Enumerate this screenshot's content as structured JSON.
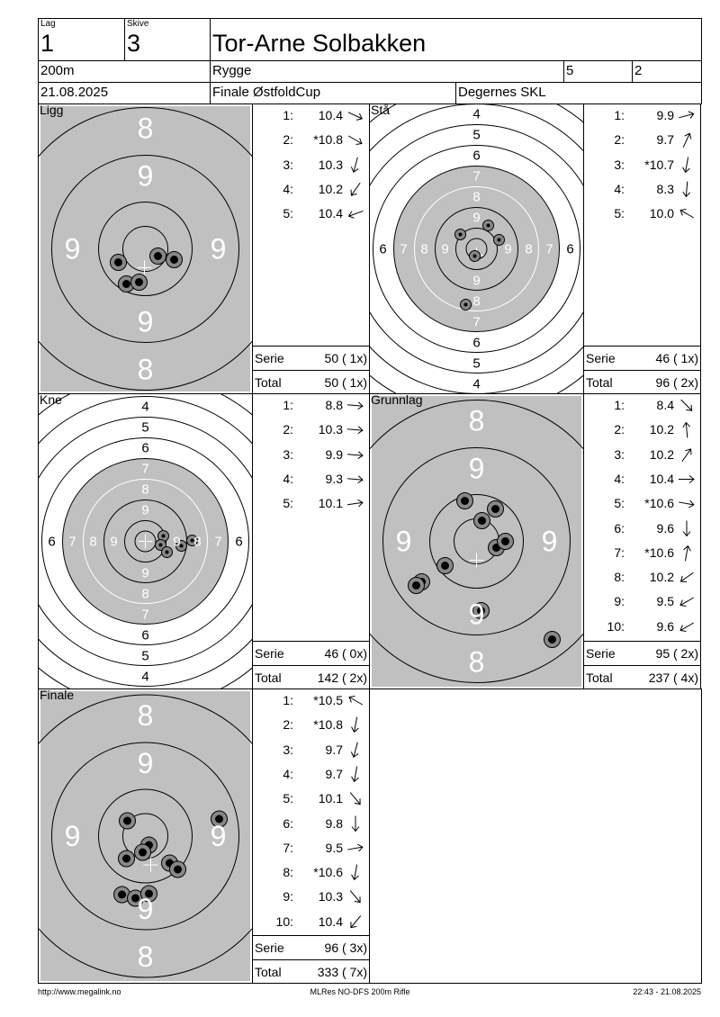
{
  "header": {
    "lag_label": "Lag",
    "lag": "1",
    "skive_label": "Skive",
    "skive": "3",
    "name": "Tor-Arne Solbakken",
    "distance": "200m",
    "place": "Rygge",
    "field1": "5",
    "field2": "2",
    "date": "21.08.2025",
    "competition": "Finale ØstfoldCup",
    "club": "Degernes SKL"
  },
  "labels": {
    "serie": "Serie",
    "total": "Total"
  },
  "panels": [
    {
      "title": "Ligg",
      "face": "large",
      "cross": [
        -1,
        21
      ],
      "shots": [
        [
          -30,
          15
        ],
        [
          -21,
          39
        ],
        [
          -7,
          37
        ],
        [
          14,
          8
        ],
        [
          32,
          12
        ]
      ],
      "scores": [
        {
          "n": "1:",
          "v": "10.4",
          "dir": 25
        },
        {
          "n": "2:",
          "v": "*10.8",
          "dir": 30
        },
        {
          "n": "3:",
          "v": "10.3",
          "dir": 105
        },
        {
          "n": "4:",
          "v": "10.2",
          "dir": 125
        },
        {
          "n": "5:",
          "v": "10.4",
          "dir": 160
        }
      ],
      "serie": "50 ( 1x)",
      "total": "50 ( 1x)"
    },
    {
      "title": "Stå",
      "face": "small",
      "cross": [
        0,
        7
      ],
      "shots": [
        [
          -18,
          -16
        ],
        [
          13,
          -26
        ],
        [
          25,
          -10
        ],
        [
          -2,
          8
        ],
        [
          -12,
          62
        ]
      ],
      "scores": [
        {
          "n": "1:",
          "v": "9.9",
          "dir": -15
        },
        {
          "n": "2:",
          "v": "9.7",
          "dir": -65
        },
        {
          "n": "3:",
          "v": "*10.7",
          "dir": 100
        },
        {
          "n": "4:",
          "v": "8.3",
          "dir": 95
        },
        {
          "n": "5:",
          "v": "10.0",
          "dir": -150
        }
      ],
      "serie": "46 ( 1x)",
      "total": "96 ( 2x)"
    },
    {
      "title": "Kne",
      "face": "small",
      "cross": [
        0,
        0
      ],
      "shots": [
        [
          20,
          -6
        ],
        [
          17,
          4
        ],
        [
          24,
          12
        ],
        [
          40,
          5
        ],
        [
          52,
          -1
        ]
      ],
      "scores": [
        {
          "n": "1:",
          "v": "8.8",
          "dir": 5
        },
        {
          "n": "2:",
          "v": "10.3",
          "dir": 5
        },
        {
          "n": "3:",
          "v": "9.9",
          "dir": 5
        },
        {
          "n": "4:",
          "v": "9.3",
          "dir": 5
        },
        {
          "n": "5:",
          "v": "10.1",
          "dir": -8
        }
      ],
      "serie": "46 ( 0x)",
      "total": "142 ( 2x)"
    },
    {
      "title": "Grunnlag",
      "face": "large",
      "cross": [
        0,
        21
      ],
      "shots": [
        [
          -13,
          -45
        ],
        [
          6,
          -23
        ],
        [
          21,
          -36
        ],
        [
          22,
          7
        ],
        [
          32,
          0
        ],
        [
          -35,
          27
        ],
        [
          -61,
          45
        ],
        [
          -67,
          49
        ],
        [
          5,
          77
        ],
        [
          84,
          109
        ]
      ],
      "scores": [
        {
          "n": "1:",
          "v": "8.4",
          "dir": 45
        },
        {
          "n": "2:",
          "v": "10.2",
          "dir": -95
        },
        {
          "n": "3:",
          "v": "10.2",
          "dir": -55
        },
        {
          "n": "4:",
          "v": "10.4",
          "dir": 0
        },
        {
          "n": "5:",
          "v": "*10.6",
          "dir": 10
        },
        {
          "n": "6:",
          "v": "9.6",
          "dir": 90
        },
        {
          "n": "7:",
          "v": "*10.6",
          "dir": -80
        },
        {
          "n": "8:",
          "v": "10.2",
          "dir": 145
        },
        {
          "n": "9:",
          "v": "9.5",
          "dir": 150
        },
        {
          "n": "10:",
          "v": "9.6",
          "dir": 150
        }
      ],
      "serie": "95 ( 2x)",
      "total": "237 ( 4x)"
    },
    {
      "title": "Finale",
      "face": "large",
      "cross": [
        6,
        32
      ],
      "shots": [
        [
          -20,
          -17
        ],
        [
          82,
          -19
        ],
        [
          4,
          10
        ],
        [
          -3,
          18
        ],
        [
          -21,
          25
        ],
        [
          27,
          30
        ],
        [
          36,
          37
        ],
        [
          -26,
          65
        ],
        [
          -11,
          69
        ],
        [
          4,
          64
        ]
      ],
      "scores": [
        {
          "n": "1:",
          "v": "*10.5",
          "dir": -150
        },
        {
          "n": "2:",
          "v": "*10.8",
          "dir": 100
        },
        {
          "n": "3:",
          "v": "9.7",
          "dir": 105
        },
        {
          "n": "4:",
          "v": "9.7",
          "dir": 100
        },
        {
          "n": "5:",
          "v": "10.1",
          "dir": 50
        },
        {
          "n": "6:",
          "v": "9.8",
          "dir": 90
        },
        {
          "n": "7:",
          "v": "9.5",
          "dir": -10
        },
        {
          "n": "8:",
          "v": "*10.6",
          "dir": 100
        },
        {
          "n": "9:",
          "v": "10.3",
          "dir": 50
        },
        {
          "n": "10:",
          "v": "10.4",
          "dir": 130
        }
      ],
      "serie": "96 ( 3x)",
      "total": "333 ( 7x)"
    }
  ],
  "faces": {
    "large": {
      "ring_labels": [
        "8",
        "9",
        "9",
        "9",
        "9",
        "8"
      ]
    },
    "small": {
      "ring_labels": [
        "4",
        "5",
        "6",
        "7",
        "8",
        "9"
      ]
    }
  },
  "footer": {
    "left": "http://www.megalink.no",
    "center": "MLRes NO-DFS 200m Rifle",
    "right": "22:43 - 21.08.2025"
  }
}
